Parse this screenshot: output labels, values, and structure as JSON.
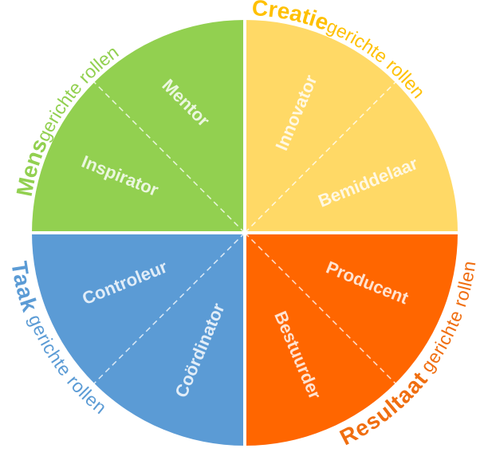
{
  "quadrants": [
    {
      "id": "mens",
      "color": "#92D050",
      "title_bold": "Mens",
      "title_rest": "gerichte rollen",
      "roles": [
        "Mentor",
        "Inspirator"
      ]
    },
    {
      "id": "creatie",
      "color": "#FFD966",
      "accent": "#FFC000",
      "title_bold": "Creatie",
      "title_rest": "gerichte rollen",
      "roles": [
        "Innovator",
        "Bemiddelaar"
      ]
    },
    {
      "id": "resultaat",
      "color": "#FF6600",
      "accent": "#F06E10",
      "title_bold": "Resultaat",
      "title_rest": " gerichte rollen",
      "roles": [
        "Producent",
        "Bestuurder"
      ]
    },
    {
      "id": "taak",
      "color": "#5B9BD5",
      "title_bold": "Taak",
      "title_rest": " gerichte rollen",
      "roles": [
        "Controleur",
        "Coördinator"
      ]
    }
  ]
}
